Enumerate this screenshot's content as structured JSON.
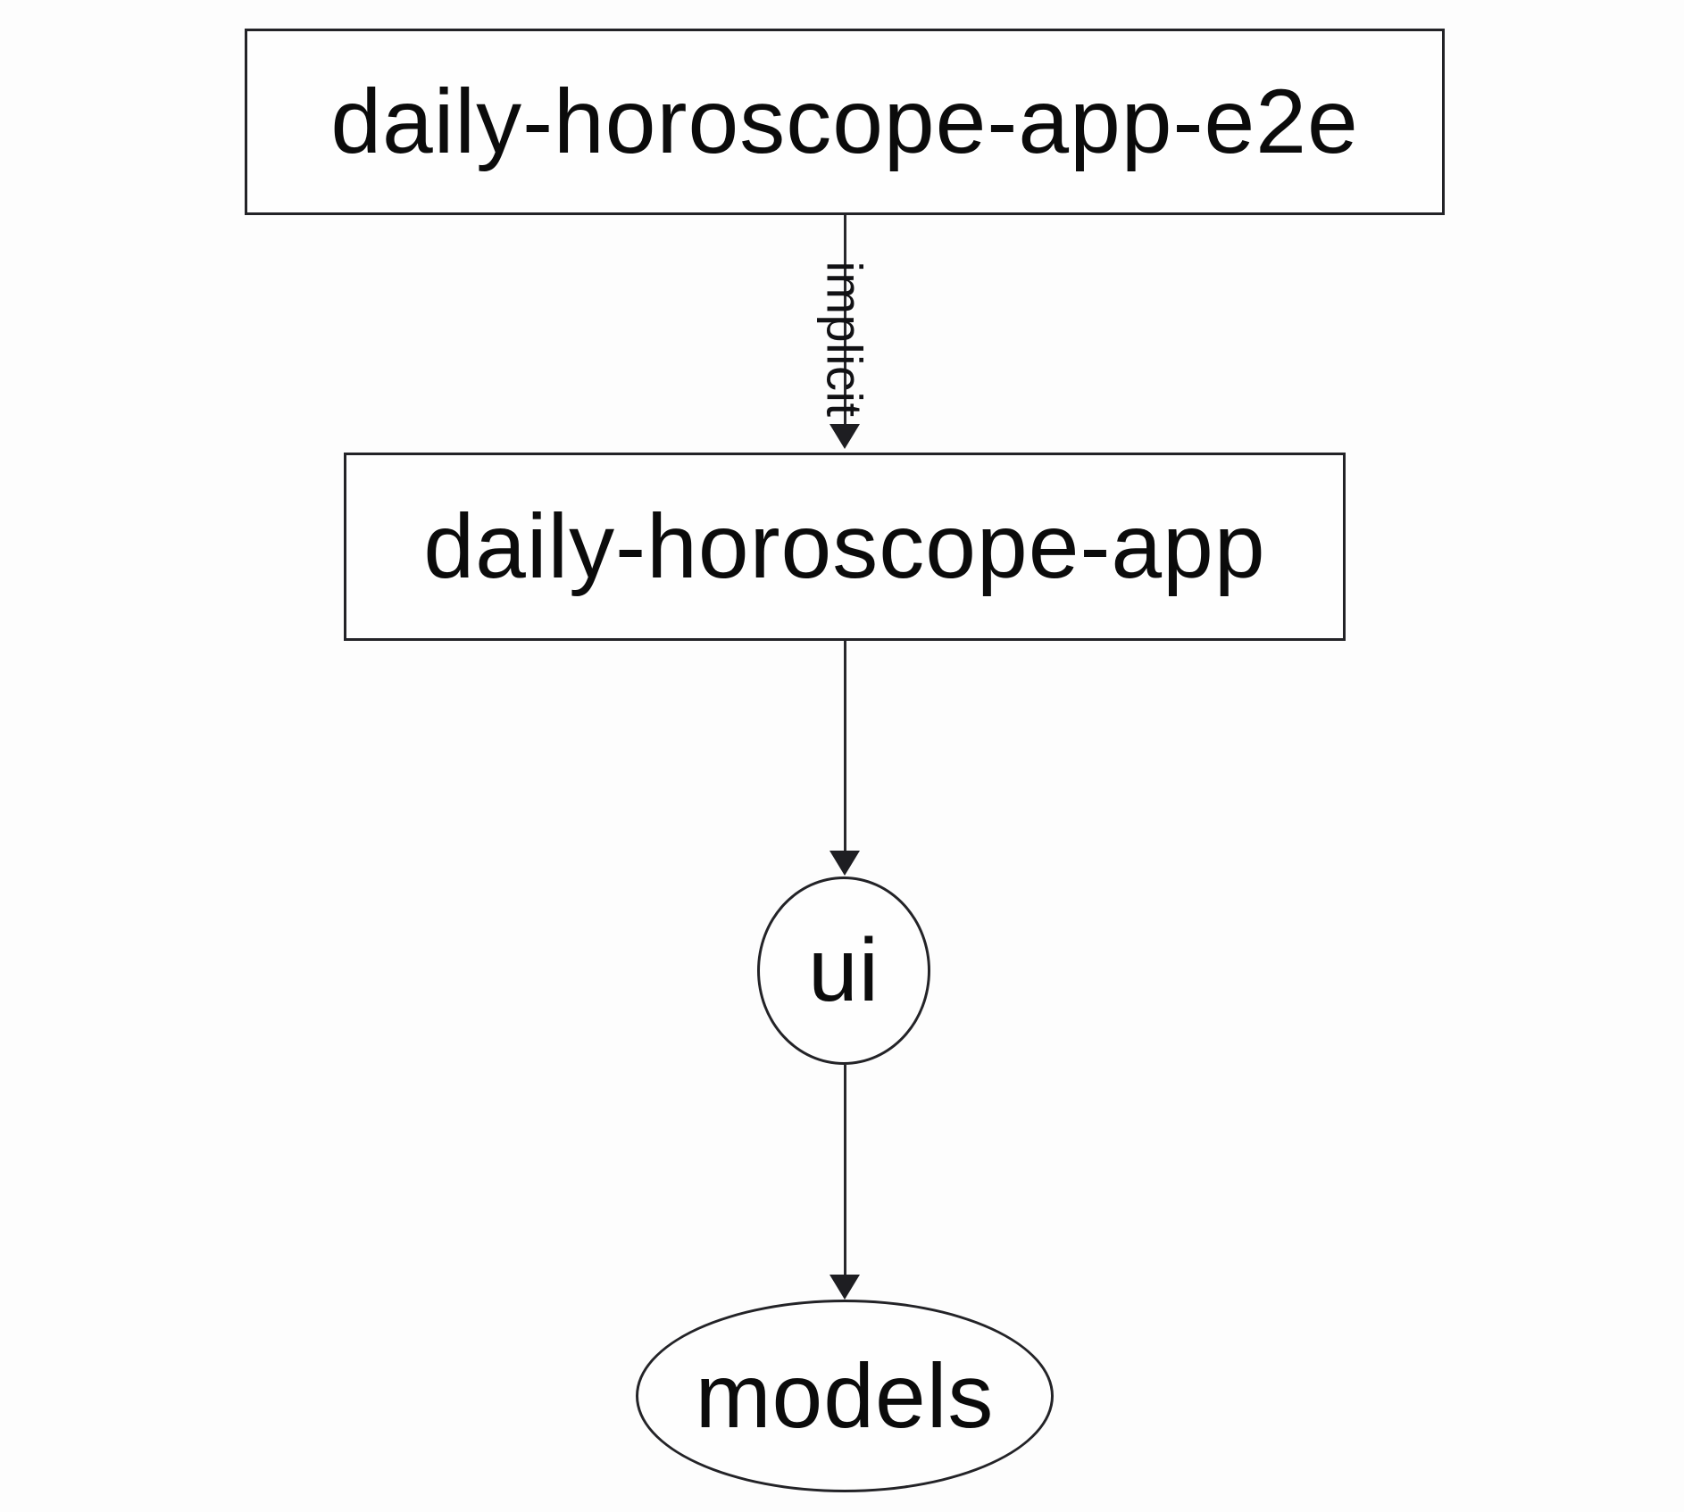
{
  "diagram": {
    "type": "dependency-graph",
    "background_color": "#fdfdfd",
    "stroke_color": "#232327",
    "text_color": "#0b0b0b",
    "nodes": [
      {
        "id": "daily-horoscope-app-e2e",
        "label": "daily-horoscope-app-e2e",
        "shape": "rectangle"
      },
      {
        "id": "daily-horoscope-app",
        "label": "daily-horoscope-app",
        "shape": "rectangle"
      },
      {
        "id": "ui",
        "label": "ui",
        "shape": "circle"
      },
      {
        "id": "models",
        "label": "models",
        "shape": "ellipse"
      }
    ],
    "edges": [
      {
        "from": "daily-horoscope-app-e2e",
        "to": "daily-horoscope-app",
        "label": "implicit",
        "direction": "down"
      },
      {
        "from": "daily-horoscope-app",
        "to": "ui",
        "label": "",
        "direction": "down"
      },
      {
        "from": "ui",
        "to": "models",
        "label": "",
        "direction": "down"
      }
    ]
  }
}
